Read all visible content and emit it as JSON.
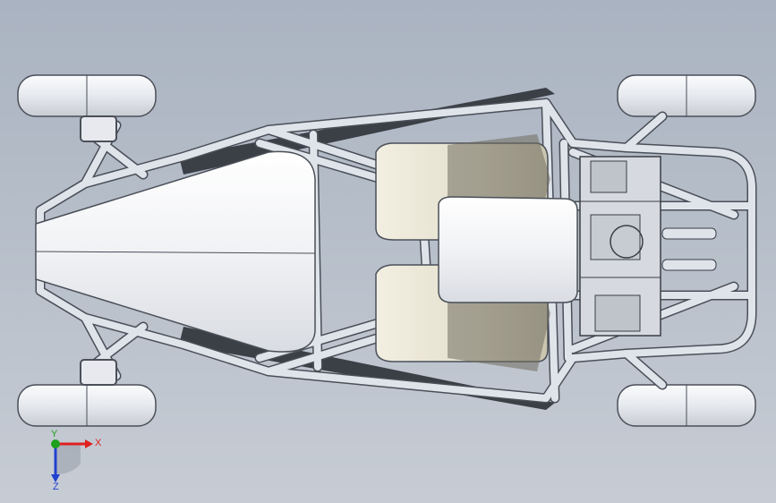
{
  "viewport": {
    "background_top": "#aab3c1",
    "background_bottom": "#c7ccd4"
  },
  "model": {
    "tube_color": "#dfe3ea",
    "tube_edge": "#4a4f58",
    "panel_color": "#f4f5f8",
    "seat_color": "#e7e3d2",
    "tire_color": "#eef0f4"
  },
  "triad": {
    "x_label": "X",
    "y_label": "Y",
    "z_label": "Z",
    "x_color": "#e02020",
    "y_color": "#1ea01e",
    "z_color": "#2040d0"
  }
}
